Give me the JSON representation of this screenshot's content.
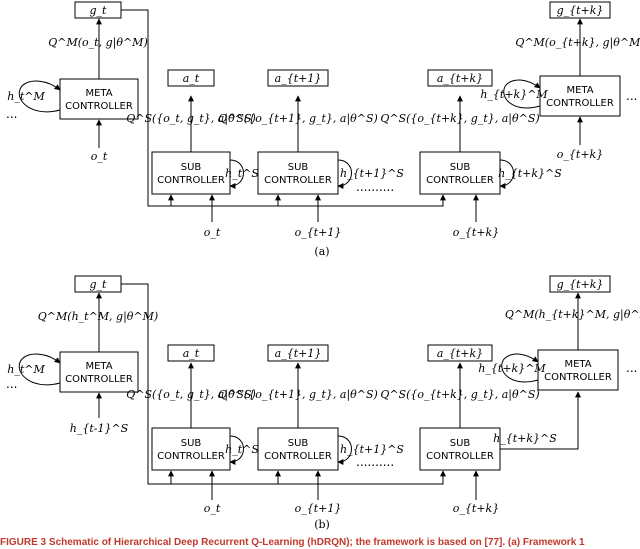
{
  "labels": {
    "meta_controller_line1": "META",
    "meta_controller_line2": "CONTROLLER",
    "sub_controller_line1": "SUB",
    "sub_controller_line2": "CONTROLLER",
    "dots_side": "...",
    "dots_mid": ".........."
  },
  "panel_a": {
    "caption": "(a)",
    "goal_t": "g_t",
    "goal_tk": "g_{t+k}",
    "qm_left": "Q^M(o_t, g|θ^M)",
    "qm_right": "Q^M(o_{t+k}, g|θ^M)",
    "meta_hidden_left": "h_t^M",
    "meta_hidden_right": "h_{t+k}^M",
    "meta_input_left": "o_t",
    "meta_input_right": "o_{t+k}",
    "action_1": "a_t",
    "action_2": "a_{t+1}",
    "action_3": "a_{t+k}",
    "qs_1": "Q^S({o_t, g_t}, a|θ^S)",
    "qs_2": "Q^S({o_{t+1}, g_t}, a|θ^S)",
    "qs_3": "Q^S({o_{t+k}, g_t}, a|θ^S)",
    "sub_hidden_1": "h_t^S",
    "sub_hidden_2": "h_{t+1}^S",
    "sub_hidden_3": "h_{t+k}^S",
    "obs_1": "o_t",
    "obs_2": "o_{t+1}",
    "obs_3": "o_{t+k}"
  },
  "panel_b": {
    "caption": "(b)",
    "goal_t": "g_t",
    "goal_tk": "g_{t+k}",
    "qm_left": "Q^M(h_t^M, g|θ^M)",
    "qm_right": "Q^M(h_{t+k}^M, g|θ^M)",
    "meta_hidden_left": "h_t^M",
    "meta_hidden_right": "h_{t+k}^M",
    "meta_input_left": "h_{t-1}^S",
    "action_1": "a_t",
    "action_2": "a_{t+1}",
    "action_3": "a_{t+k}",
    "qs_1": "Q^S({o_t, g_t}, a|θ^S)",
    "qs_2": "Q^S({o_{t+1}, g_t}, a|θ^S)",
    "qs_3": "Q^S({o_{t+k}, g_t}, a|θ^S)",
    "sub_hidden_1": "h_t^S",
    "sub_hidden_2": "h_{t+1}^S",
    "sub_hidden_3": "h_{t+k}^S",
    "obs_1": "o_t",
    "obs_2": "o_{t+1}",
    "obs_3": "o_{t+k}"
  },
  "figure_caption": "FIGURE 3   Schematic of Hierarchical Deep Recurrent Q-Learning (hDRQN); the framework is based on [77]. (a) Framework 1"
}
